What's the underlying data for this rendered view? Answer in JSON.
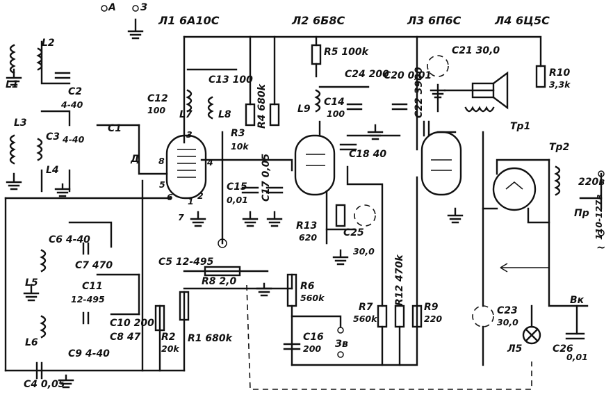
{
  "tubes": {
    "l1": "Л1 6А10С",
    "l2": "Л2 6Б8С",
    "l3": "Л3 6П6С",
    "l4": "Л4 6Ц5С"
  },
  "terminals": {
    "a": "А",
    "z": "З",
    "zv": "Зв",
    "d": "Д"
  },
  "components": {
    "L1": "L1",
    "L2": "L2",
    "L3": "L3",
    "L4": "L4",
    "L5": "L5",
    "L6": "L6",
    "L7": "L7",
    "L8": "L8",
    "L9": "L9",
    "C1": "C1",
    "C2": "C2",
    "C2v": "4-40",
    "C3": "C3",
    "C3v": "4-40",
    "C4": "C4 0,05",
    "C5": "C5 12-495",
    "C6": "C6 4-40",
    "C7": "C7 470",
    "C8": "C8 47",
    "C9": "C9 4-40",
    "C10": "C10 200",
    "C11": "C11",
    "C11v": "12-495",
    "C12": "C12",
    "C12v": "100",
    "C13": "C13 100",
    "C14": "C14",
    "C14v": "100",
    "C15": "C15",
    "C15v": "0,01",
    "C16": "C16",
    "C16v": "200",
    "C17": "C17 0,05",
    "C18": "C18 40",
    "C20": "C20 0,01",
    "C21": "C21 30,0",
    "C22": "C22 3900",
    "C23": "C23",
    "C23v": "30,0",
    "C24": "C24 200",
    "C25": "C25",
    "C25v": "30,0",
    "C26": "C26",
    "C26v": "0,01",
    "R1": "R1 680k",
    "R2": "R2",
    "R2v": "20k",
    "R3": "R3",
    "R3v": "10k",
    "R4": "R4 680k",
    "R5": "R5 100k",
    "R6": "R6",
    "R6v": "560k",
    "R7": "R7",
    "R7v": "560k",
    "R8": "R8 2,0",
    "R9": "R9",
    "R9v": "220",
    "R10": "R10",
    "R10v": "3,3k",
    "R12": "R12 470k",
    "R13": "R13",
    "R13v": "620",
    "Tr1": "Тр1",
    "Tr2": "Тр2",
    "Pr": "Пр",
    "Vk": "Вк",
    "L5lamp": "Л5"
  },
  "mains": {
    "v220": "220в",
    "v110": "110-127в",
    "ac": "~"
  },
  "pins": [
    "1",
    "2",
    "3",
    "4",
    "5",
    "6",
    "7",
    "8"
  ]
}
